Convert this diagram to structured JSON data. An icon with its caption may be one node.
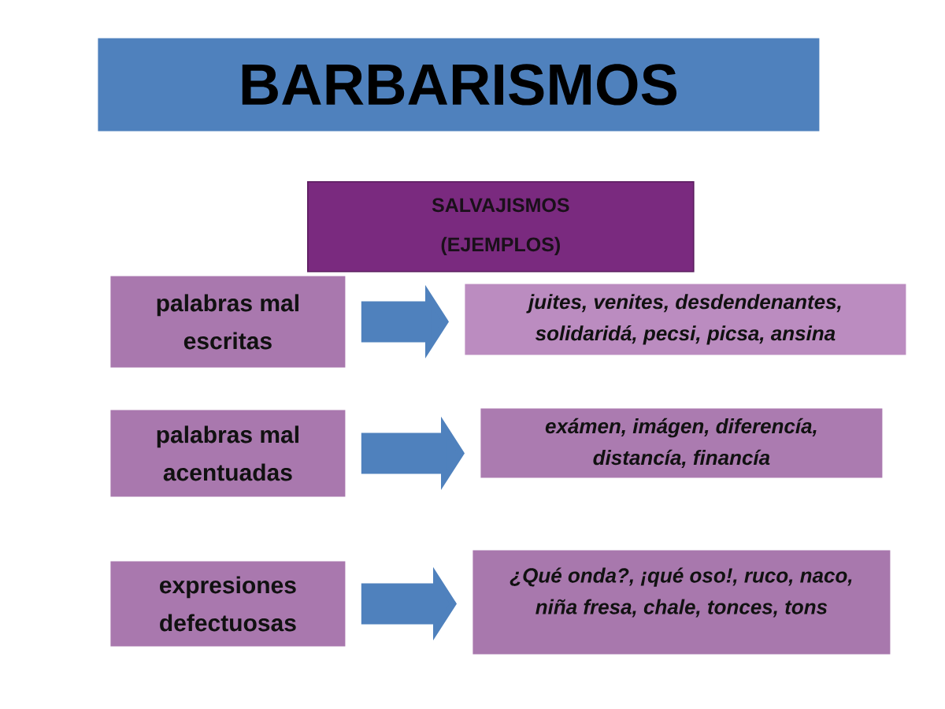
{
  "diagram": {
    "nodes": [
      {
        "text": [
          "BARBARISMOS"
        ]
      },
      {
        "text": [
          "SALVAJISMOS",
          "(EJEMPLOS)"
        ]
      },
      {
        "text": [
          "palabras mal escritas"
        ]
      },
      {
        "text": [
          "juites, venites, desdendenantes, solidaridá, pecsi, picsa, ansina"
        ]
      },
      {
        "text": [
          "palabras mal acentuadas"
        ]
      },
      {
        "text": [
          "exámen, imágen, diferencía, distancía, financía"
        ]
      },
      {
        "text": [
          "expresiones defectuosas"
        ]
      },
      {
        "text": [
          "¿Qué onda?, ¡qué oso!, ruco, naco, niña fresa, chale, tonces, tons"
        ]
      }
    ],
    "edges": [
      {
        "from": 2,
        "to": 3,
        "arrow": "to"
      },
      {
        "from": 4,
        "to": 5,
        "arrow": "to"
      },
      {
        "from": 6,
        "to": 7,
        "arrow": "to"
      }
    ]
  }
}
